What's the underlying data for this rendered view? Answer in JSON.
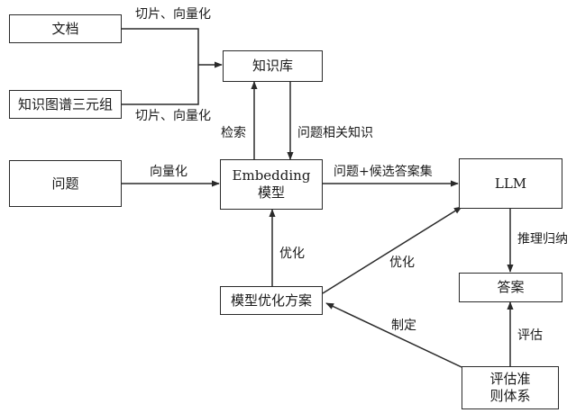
{
  "nodes": {
    "document": "文档",
    "kg_triples": "知识图谱三元组",
    "knowledge_base": "知识库",
    "question": "问题",
    "embedding_line1": "Embedding",
    "embedding_line2": "模型",
    "llm": "LLM",
    "optimization_plan": "模型优化方案",
    "answer": "答案",
    "eval_line1": "评估准",
    "eval_line2": "则体系"
  },
  "edges": {
    "doc_to_kb": "切片、向量化",
    "kg_to_kb": "切片、向量化",
    "retrieve": "检索",
    "related_knowledge": "问题相关知识",
    "vectorize": "向量化",
    "question_candidates": "问题+候选答案集",
    "reasoning": "推理归纳",
    "optimize_embedding": "优化",
    "optimize_llm": "优化",
    "formulate": "制定",
    "evaluate": "评估"
  }
}
